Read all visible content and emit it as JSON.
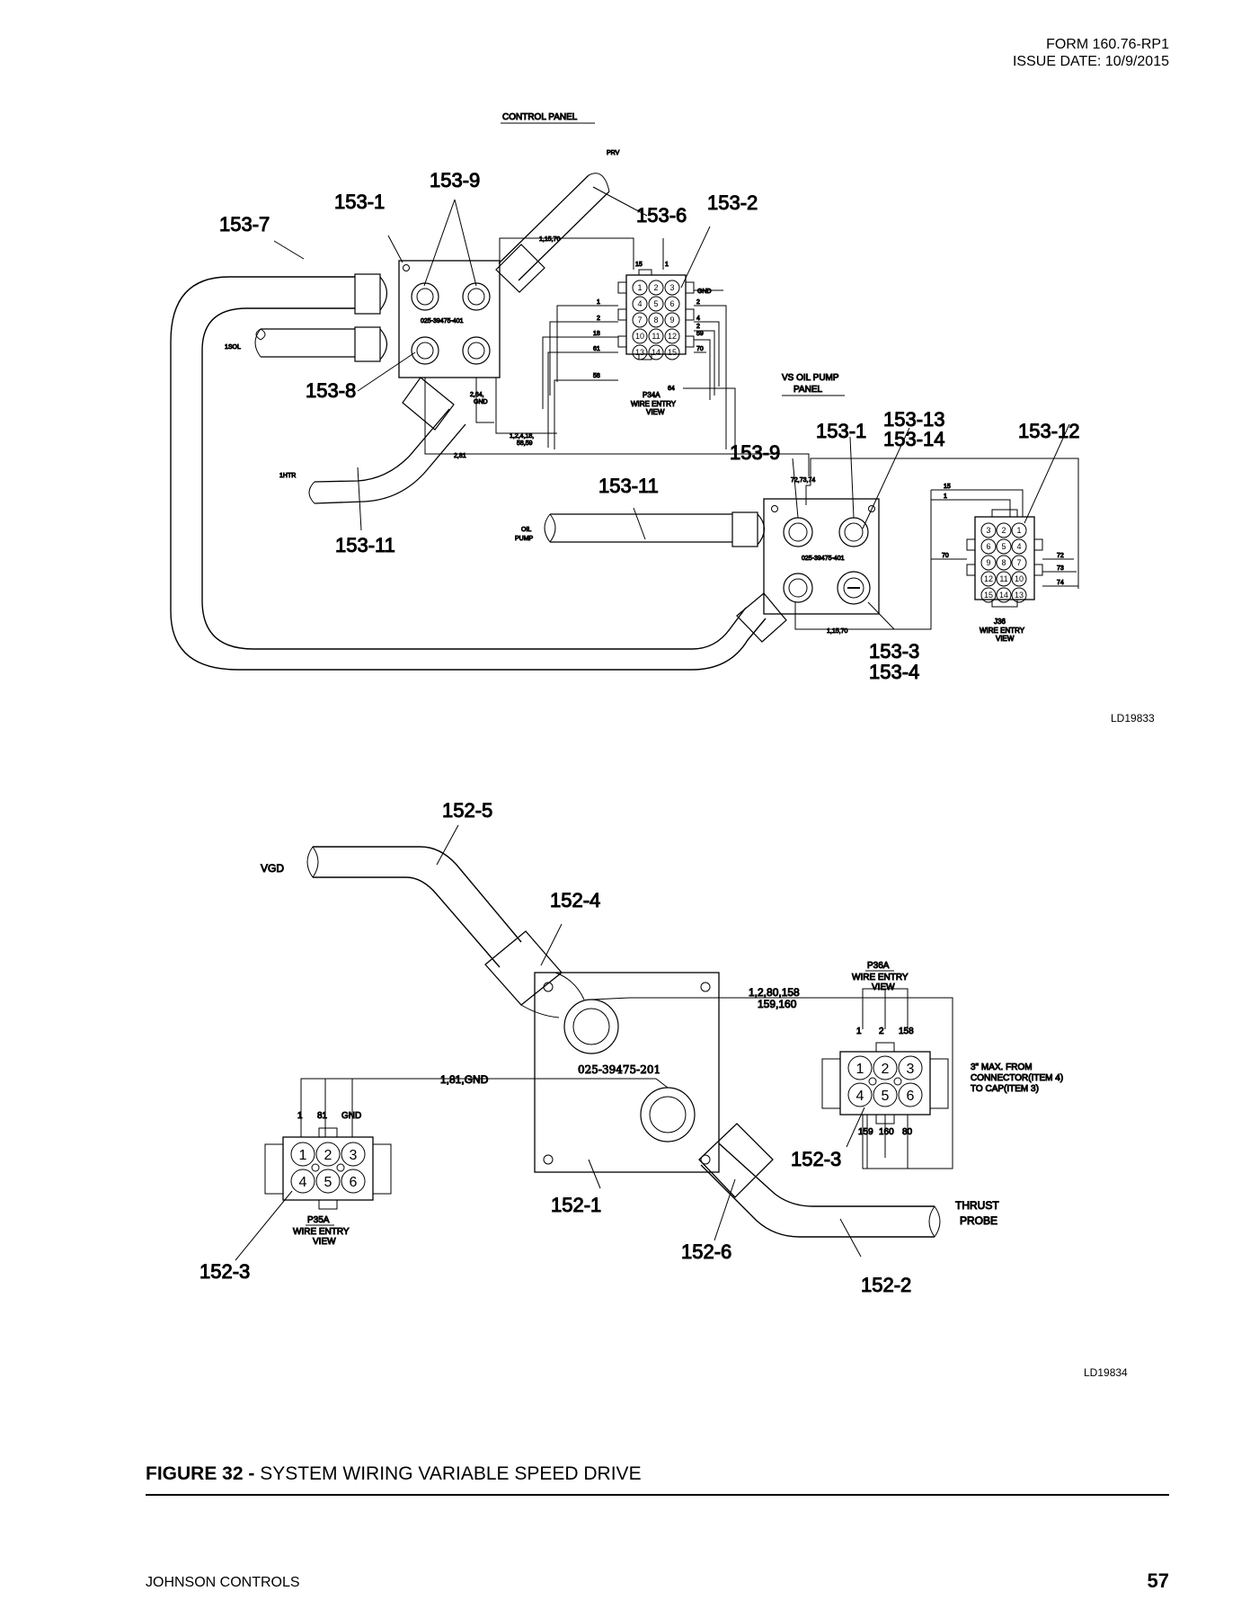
{
  "header": {
    "form": "FORM 160.76-RP1",
    "issue_date": "ISSUE DATE: 10/9/2015"
  },
  "diagram1": {
    "ref": "LD19833",
    "titles": {
      "control_panel": "CONTROL PANEL",
      "vs_oil_pump_panel_1": "VS OIL PUMP",
      "vs_oil_pump_panel_2": "PANEL"
    },
    "callouts": {
      "c153_7": "153-7",
      "c153_1a": "153-1",
      "c153_9a": "153-9",
      "c153_6": "153-6",
      "c153_2": "153-2",
      "c153_8": "153-8",
      "c153_11a": "153-11",
      "c153_11b": "153-11",
      "c153_1b": "153-1",
      "c153_13": "153-13",
      "c153_14": "153-14",
      "c153_12": "153-12",
      "c153_9b": "153-9",
      "c153_3": "153-3",
      "c153_4": "153-4"
    },
    "endpoints": {
      "prv": "PRV",
      "sol": "1SOL",
      "htr": "1HTR",
      "oil_1": "OIL",
      "oil_2": "PUMP"
    },
    "plate_codes": {
      "control": "025-39475-401",
      "vs": "025-39475-401"
    },
    "p34a": {
      "title": "P34A",
      "entry_1": "WIRE ENTRY",
      "entry_2": "VIEW",
      "pins": [
        "1",
        "2",
        "3",
        "4",
        "5",
        "6",
        "7",
        "8",
        "9",
        "10",
        "11",
        "12",
        "13",
        "14",
        "15"
      ]
    },
    "j36": {
      "title": "J36",
      "entry_1": "WIRE ENTRY",
      "entry_2": "VIEW",
      "pins": [
        "3",
        "2",
        "1",
        "6",
        "5",
        "4",
        "9",
        "8",
        "7",
        "12",
        "11",
        "10",
        "15",
        "14",
        "13"
      ]
    },
    "wires": {
      "w_115_70_top": "1,15,70",
      "w15": "15",
      "w1": "1",
      "gnd": "GND",
      "l1": "1",
      "l2": "2",
      "l18": "18",
      "l61": "61",
      "l58": "58",
      "r2": "2",
      "r4": "4",
      "r2b": "2",
      "r59": "59",
      "r70": "70",
      "r64": "64",
      "w264gnd_1": "2,64,",
      "w264gnd_2": "GND",
      "w124_1": "1,2,4,18,",
      "w124_2": "58,59",
      "w281": "2,81",
      "w72_73_74": "72,73,74",
      "j15": "15",
      "j1": "1",
      "j70": "70",
      "j72": "72",
      "j73": "73",
      "j74": "74",
      "w_115_70_bot": "1,15,70"
    }
  },
  "diagram2": {
    "ref": "LD19834",
    "callouts": {
      "c152_5": "152-5",
      "c152_4": "152-4",
      "c152_3a": "152-3",
      "c152_1": "152-1",
      "c152_6": "152-6",
      "c152_2": "152-2",
      "c152_3b": "152-3"
    },
    "endpoints": {
      "vgd": "VGD",
      "thrust_1": "THRUST",
      "thrust_2": "PROBE"
    },
    "plate_code": "025-39475-201",
    "wires": {
      "top": "1,2,80,158",
      "top2": "159,160",
      "left": "1,81,GND",
      "p36_1": "1",
      "p36_2": "2",
      "p36_158": "158",
      "p36_159": "159",
      "p36_160": "160",
      "p36_80": "80",
      "p35_1": "1",
      "p35_81": "81",
      "p35_gnd": "GND"
    },
    "p36a": {
      "title": "P36A",
      "entry_1": "WIRE ENTRY",
      "entry_2": "VIEW",
      "pins": [
        "1",
        "2",
        "3",
        "4",
        "5",
        "6"
      ]
    },
    "p35a": {
      "title": "P35A",
      "entry_1": "WIRE ENTRY",
      "entry_2": "VIEW",
      "pins": [
        "1",
        "2",
        "3",
        "4",
        "5",
        "6"
      ]
    },
    "note": {
      "line1": "3\" MAX. FROM",
      "line2": "CONNECTOR(ITEM 4)",
      "line3": "TO CAP(ITEM 3)"
    }
  },
  "figure": {
    "label": "FIGURE 32 -",
    "title": "SYSTEM WIRING VARIABLE SPEED DRIVE"
  },
  "footer": {
    "company": "JOHNSON CONTROLS",
    "page": "57"
  }
}
